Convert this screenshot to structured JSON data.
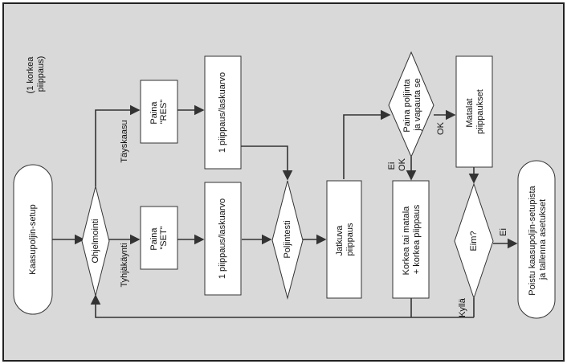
{
  "diagram": {
    "colors": {
      "background": "#ffffff",
      "panel": "#d9d9d9",
      "border": "#222222",
      "node_fill": "#ffffff",
      "arrow": "#333333",
      "text": "#111111"
    },
    "note": [
      "(1 korkea",
      "piippaus)"
    ],
    "nodes": {
      "start": [
        "Kaasupoljin-setup"
      ],
      "ohjelmointi": [
        "Ohjelmointi"
      ],
      "paina_res": [
        "Paina",
        "\"RES\""
      ],
      "paina_set": [
        "Paina",
        "\"SET\""
      ],
      "pip_upper": [
        "1 piippaus/laskuarvo"
      ],
      "pip_lower": [
        "1 piippaus/laskuarvo"
      ],
      "poljintesti": [
        "Poljintesti"
      ],
      "jatkuva": [
        "Jatkuva",
        "piippaus"
      ],
      "paina_poljinta": [
        "Paina poljinta",
        "ja vapauta se"
      ],
      "korkea": [
        "Korkea tai matala",
        "+ korkea piippaus"
      ],
      "matalat": [
        "Matalat",
        "piippaukset"
      ],
      "eim": [
        "Eim?"
      ],
      "poistu": [
        "Poistu kaasupoljin-setupista",
        "ja tallenna asetukset"
      ]
    },
    "edge_labels": {
      "tayskaasu": "Täyskaasu",
      "tyhjakaynti": "Tyhjäkäynti",
      "ei_ok": [
        "Ei",
        "OK"
      ],
      "ok": "OK",
      "ei": "Ei",
      "kylla": "Kyllä"
    }
  }
}
